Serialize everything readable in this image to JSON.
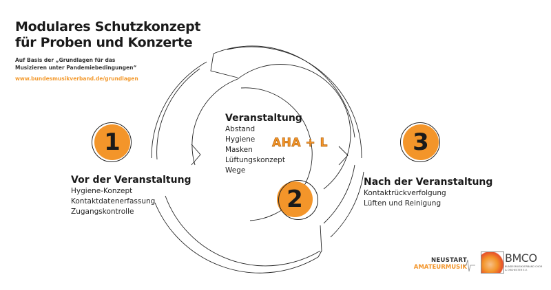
{
  "header": {
    "title_line1": "Modulares Schutzkonzept",
    "title_line2": "für Proben und Konzerte",
    "subtitle_line1": "Auf Basis der „Grundlagen für das",
    "subtitle_line2": "Musizieren unter Pandemiebedingungen“",
    "url": "www.bundesmusikverband.de/grundlagen"
  },
  "steps": [
    {
      "number": "1",
      "title": "Vor der Veranstaltung",
      "items": [
        "Hygiene-Konzept",
        "Kontaktdatenerfassung",
        "Zugangskontrolle"
      ]
    },
    {
      "number": "2",
      "title": "Veranstaltung",
      "items": [
        "Abstand",
        "Hygiene",
        "Masken",
        "Lüftungskonzept",
        "Wege"
      ],
      "badge": "AHA + L"
    },
    {
      "number": "3",
      "title": "Nach der Veranstaltung",
      "items": [
        "Kontaktrückverfolgung",
        "Lüften und Reinigung"
      ]
    }
  ],
  "logos": {
    "neustart_top": "NEUSTART",
    "neustart_bottom": "AMATEURMUSIK",
    "bmco": "BMCO",
    "bmco_sub": "BUNDESMUSIKVERBAND CHOR & ORCHESTER E.V."
  },
  "colors": {
    "accent": "#f3952a"
  }
}
